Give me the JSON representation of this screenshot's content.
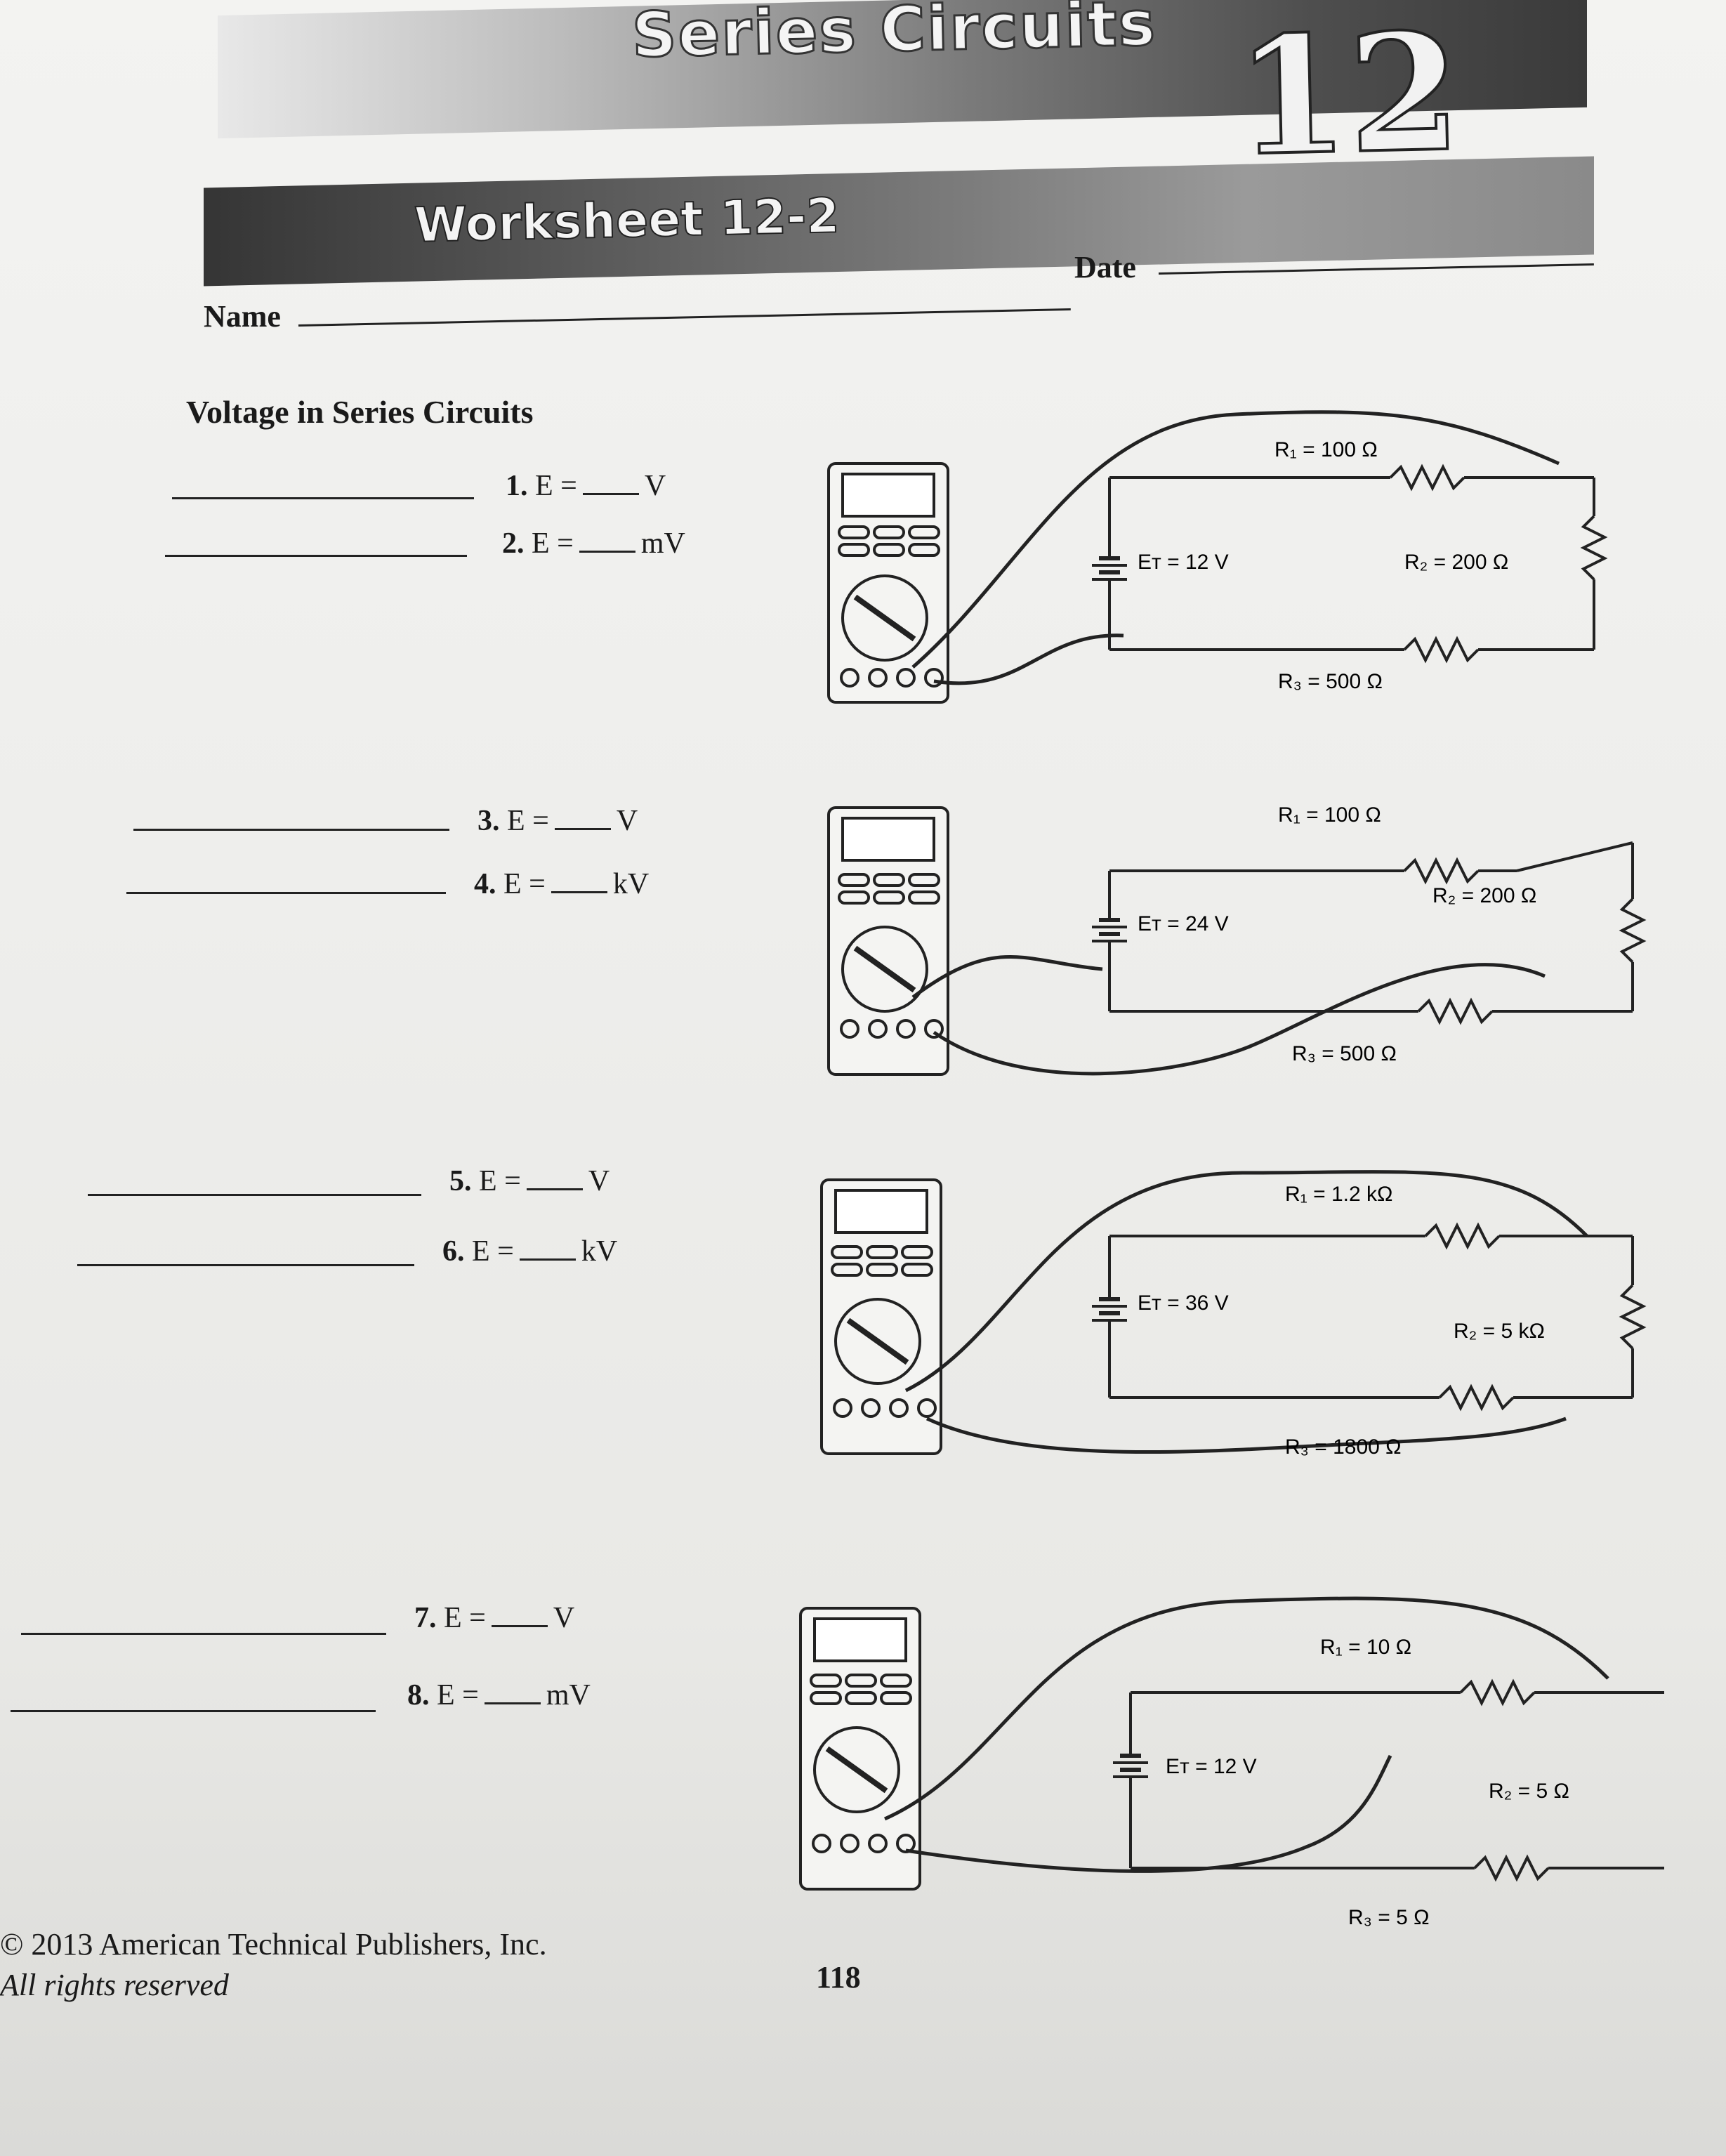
{
  "header": {
    "banner_title": "Series Circuits",
    "chapter_number": "12",
    "worksheet_label": "Worksheet 12-2"
  },
  "fields": {
    "name_label": "Name",
    "date_label": "Date"
  },
  "section_title": "Voltage in Series Circuits",
  "questions": [
    {
      "num": "1.",
      "lhs": "E =",
      "unit": "V"
    },
    {
      "num": "2.",
      "lhs": "E =",
      "unit": "mV"
    },
    {
      "num": "3.",
      "lhs": "E =",
      "unit": "V"
    },
    {
      "num": "4.",
      "lhs": "E =",
      "unit": "kV"
    },
    {
      "num": "5.",
      "lhs": "E =",
      "unit": "V"
    },
    {
      "num": "6.",
      "lhs": "E =",
      "unit": "kV"
    },
    {
      "num": "7.",
      "lhs": "E =",
      "unit": "V"
    },
    {
      "num": "8.",
      "lhs": "E =",
      "unit": "mV"
    }
  ],
  "circuits": [
    {
      "r1": "R₁ = 100 Ω",
      "r2": "R₂ = 200 Ω",
      "r3": "R₃ = 500 Ω",
      "et": "Eт = 12 V"
    },
    {
      "r1": "R₁ = 100 Ω",
      "r2": "R₂ = 200 Ω",
      "r3": "R₃ = 500 Ω",
      "et": "Eт = 24 V"
    },
    {
      "r1": "R₁ = 1.2 kΩ",
      "r2": "R₂ = 5 kΩ",
      "r3": "R₃ = 1800 Ω",
      "et": "Eт = 36 V"
    },
    {
      "r1": "R₁ = 10 Ω",
      "r2": "R₂ = 5 Ω",
      "r3": "R₃ = 5 Ω",
      "et": "Eт = 12 V"
    }
  ],
  "footer": {
    "copyright_line1": "© 2013 American Technical Publishers, Inc.",
    "copyright_line2": "All rights reserved",
    "page_number": "118"
  }
}
